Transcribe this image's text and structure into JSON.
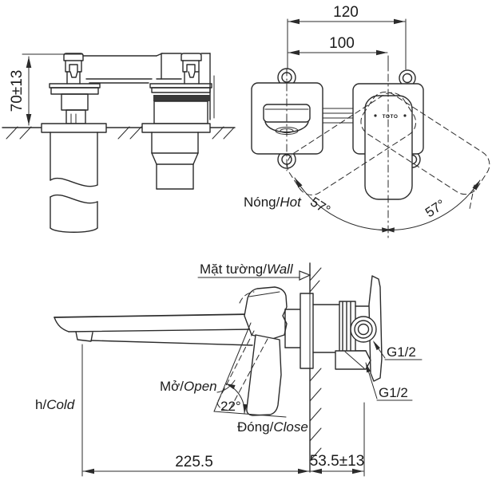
{
  "style": {
    "line_color": "#2b2b2b",
    "text_color": "#1b1b1b",
    "background": "#ffffff"
  },
  "views": {
    "side_top": {
      "height_dim": "70±13"
    },
    "front": {
      "dim_outer": "120",
      "dim_inner": "100",
      "angle_left": "57°",
      "angle_right": "57°",
      "hot_vi": "Nóng/",
      "hot_en": "Hot",
      "logo": "TOTO"
    },
    "side_main": {
      "wall_vi": "Mặt tường/",
      "wall_en": "Wall",
      "cold_vi": "h/",
      "cold_en": "Cold",
      "open_vi": "Mở/",
      "open_en": "Open",
      "open_angle": "22°",
      "close_vi": "Đóng/",
      "close_en": "Close",
      "thread_top": "G1/2",
      "thread_bottom": "G1/2",
      "dim_spout": "225.5",
      "dim_wall_depth": "53.5±13"
    }
  }
}
